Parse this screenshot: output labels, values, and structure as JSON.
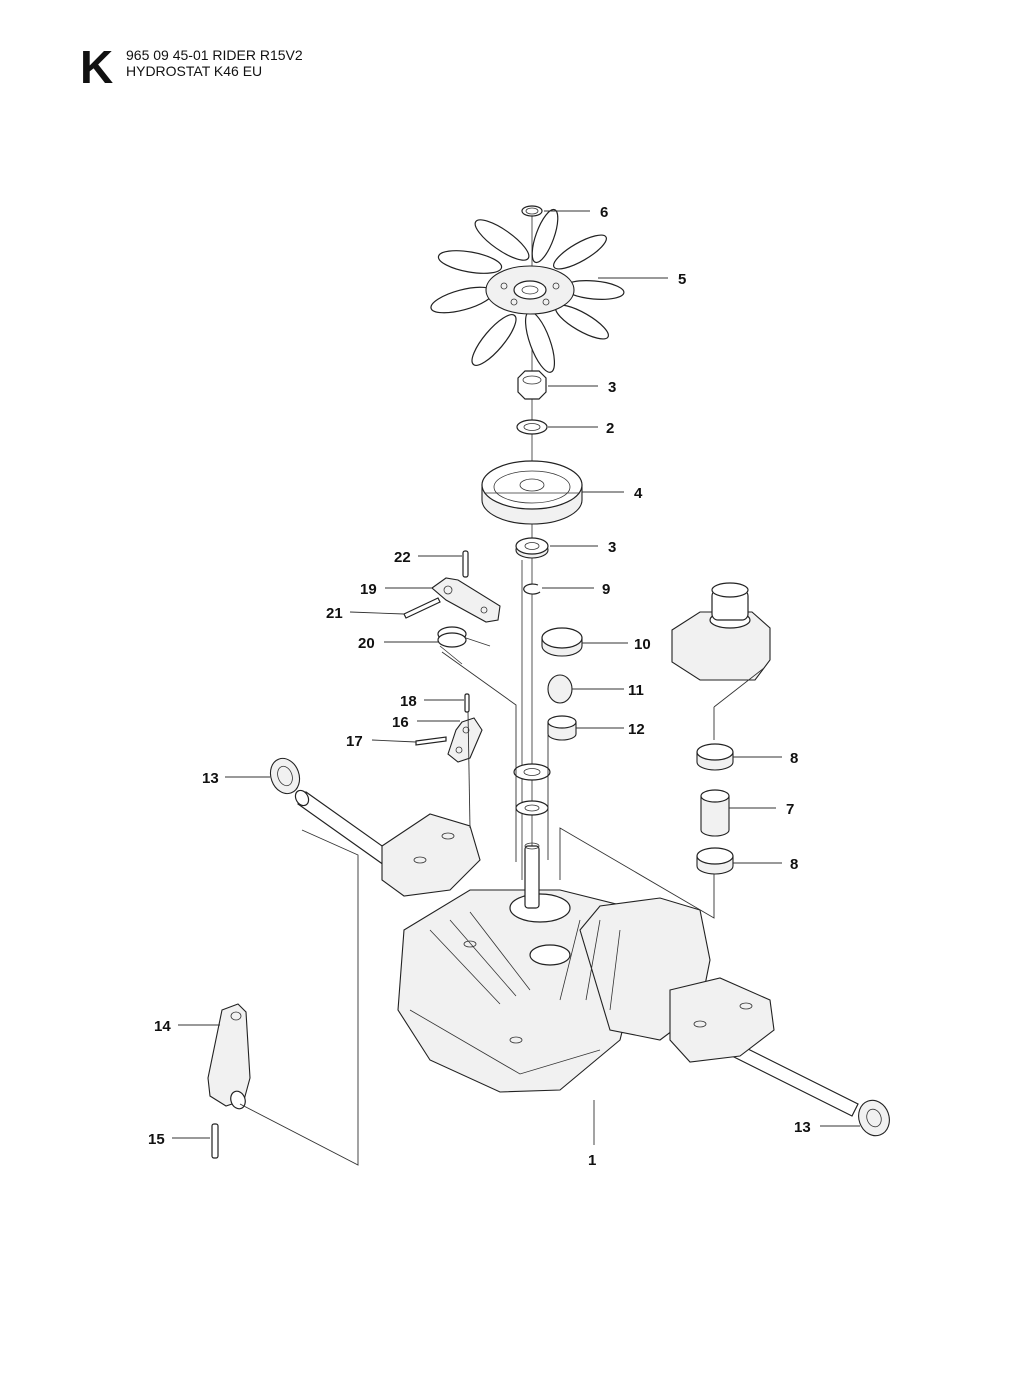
{
  "header": {
    "section_letter": "K",
    "title_line_1": "965 09 45-01 RIDER R15V2",
    "title_line_2": "HYDROSTAT K46 EU"
  },
  "callouts": {
    "c1": "1",
    "c2": "2",
    "c3a": "3",
    "c3b": "3",
    "c4": "4",
    "c5": "5",
    "c6": "6",
    "c7": "7",
    "c8a": "8",
    "c8b": "8",
    "c9": "9",
    "c10": "10",
    "c11": "11",
    "c12": "12",
    "c13a": "13",
    "c13b": "13",
    "c14": "14",
    "c15": "15",
    "c16": "16",
    "c17": "17",
    "c18": "18",
    "c19": "19",
    "c20": "20",
    "c21": "21",
    "c22": "22"
  }
}
